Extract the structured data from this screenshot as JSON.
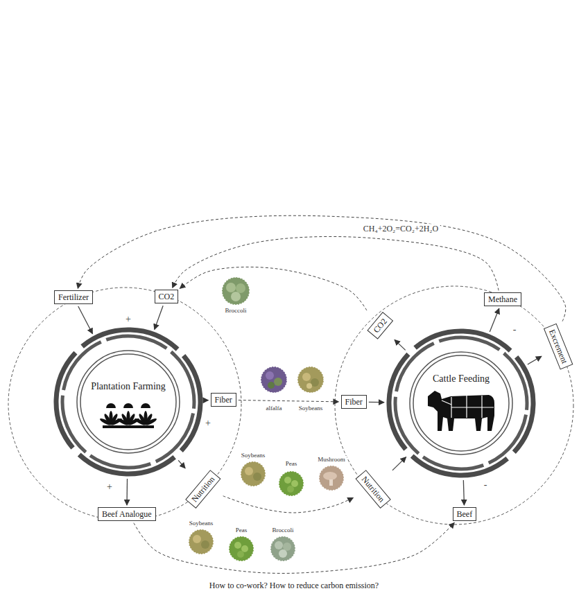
{
  "diagram": {
    "caption": "How to co-work? How to reduce carbon emission?",
    "nodes": [
      {
        "text": [
          "Fertilizer"
        ]
      },
      {
        "text": [
          "CO2"
        ]
      },
      {
        "text": [
          "Methane"
        ]
      },
      {
        "text": [
          "CO2"
        ]
      },
      {
        "text": [
          "Excrement"
        ]
      },
      {
        "text": [
          "Plantation Farming"
        ]
      },
      {
        "text": [
          "Fiber"
        ]
      },
      {
        "text": [
          "Fiber"
        ]
      },
      {
        "text": [
          "Cattle Feeding"
        ]
      },
      {
        "text": [
          "Nutrition"
        ]
      },
      {
        "text": [
          "Nutrition"
        ]
      },
      {
        "text": [
          "Beef Analogue"
        ]
      },
      {
        "text": [
          "Beef"
        ]
      }
    ],
    "edges": [
      {
        "from": 0,
        "to": 5,
        "arrow": "to"
      },
      {
        "from": 1,
        "to": 5,
        "arrow": "to"
      },
      {
        "from": 5,
        "to": 6,
        "arrow": "to"
      },
      {
        "from": 6,
        "to": 7,
        "arrow": "to"
      },
      {
        "from": 7,
        "to": 8,
        "arrow": "to"
      },
      {
        "from": 5,
        "to": 9,
        "arrow": "to"
      },
      {
        "from": 9,
        "to": 10,
        "arrow": "to"
      },
      {
        "from": 10,
        "to": 8,
        "arrow": "to"
      },
      {
        "from": 5,
        "to": 11,
        "arrow": "to"
      },
      {
        "from": 11,
        "to": 12,
        "arrow": "to"
      },
      {
        "from": 8,
        "to": 3,
        "arrow": "to"
      },
      {
        "from": 8,
        "to": 2,
        "arrow": "to"
      },
      {
        "from": 8,
        "to": 4,
        "arrow": "to"
      },
      {
        "from": 8,
        "to": 12,
        "arrow": "to"
      },
      {
        "from": 3,
        "to": 1,
        "arrow": "to"
      },
      {
        "from": 2,
        "to": 1,
        "label": "CH₄+2O₂=CO₂+2H₂O",
        "arrow": "to"
      },
      {
        "from": 4,
        "to": 0,
        "arrow": "to"
      }
    ],
    "labels": [
      "Broccoli",
      "alfalfa",
      "Soybeans",
      "Soybeans",
      "Peas",
      "Mushroom",
      "Soybeans",
      "Peas",
      "Broccoli",
      "+",
      "+",
      "+",
      "-",
      "-"
    ]
  }
}
